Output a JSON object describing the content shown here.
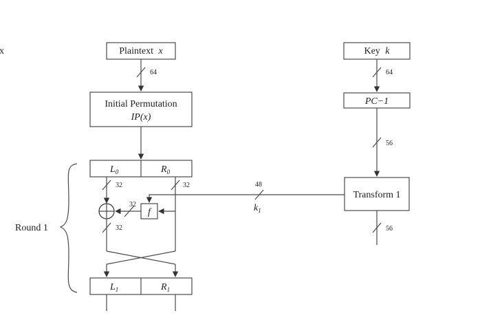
{
  "corner_mark": "x",
  "boxes": {
    "plaintext": {
      "label": "Plaintext",
      "var": "x"
    },
    "key": {
      "label": "Key",
      "var": "k"
    },
    "initial_permutation": {
      "line1": "Initial Permutation",
      "line2": "IP(x)"
    },
    "pc1": {
      "label": "PC−1"
    },
    "transform": {
      "label": "Transform 1"
    },
    "l0": {
      "letter": "L",
      "sub": "0"
    },
    "r0": {
      "letter": "R",
      "sub": "0"
    },
    "l1": {
      "letter": "L",
      "sub": "1"
    },
    "r1": {
      "letter": "R",
      "sub": "1"
    },
    "f": {
      "label": "f"
    }
  },
  "bit_widths": {
    "plaintext_to_ip": "64",
    "key_to_pc1": "64",
    "pc1_to_transform": "56",
    "transform_out": "56",
    "left_half": "32",
    "right_half": "32",
    "f_to_xor": "32",
    "xor_out": "32",
    "subkey": "48"
  },
  "subkey_label": {
    "letter": "k",
    "sub": "1"
  },
  "round_label": "Round 1"
}
